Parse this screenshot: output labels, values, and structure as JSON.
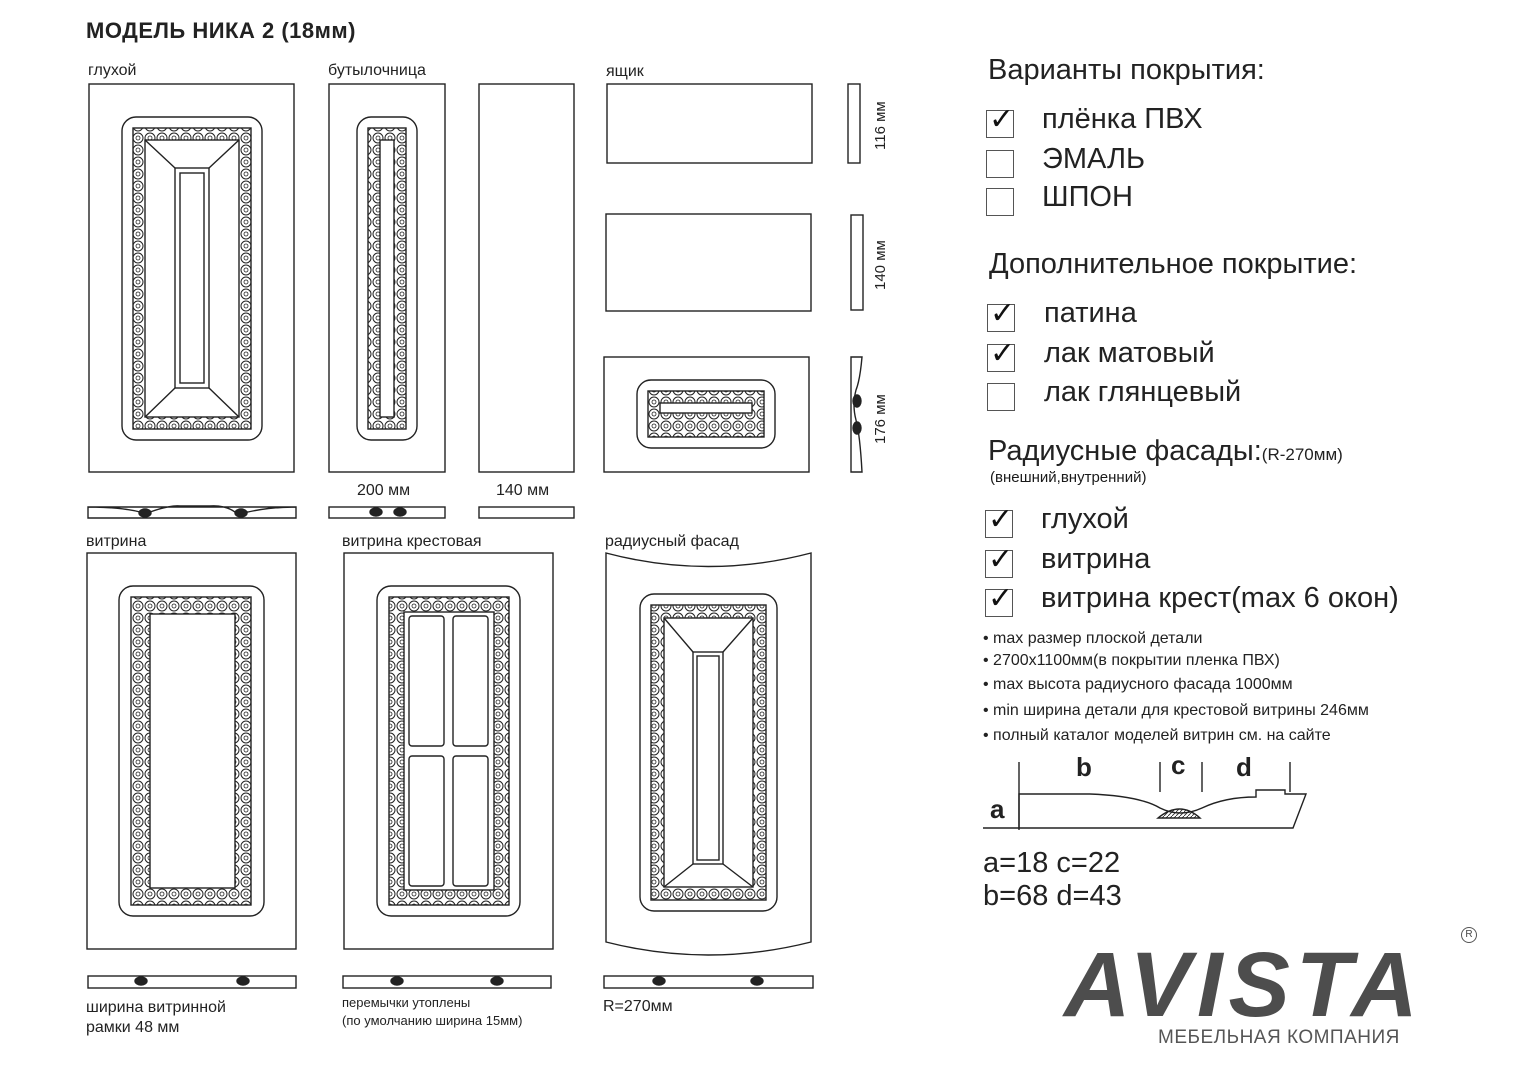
{
  "title": "МОДЕЛЬ НИКА 2 (18мм)",
  "drawings": {
    "gluhoy": "глухой",
    "butylochnitsa": "бутылочница",
    "yaschik": "ящик",
    "vitrina": "витрина",
    "vitrina_krest": "витрина крестовая",
    "radius_fasad": "радиусный фасад",
    "dim_200": "200 мм",
    "dim_140": "140 мм",
    "dim_116": "116 мм",
    "dim_140v": "140 мм",
    "dim_176": "176 мм",
    "note_vitrina_1": "ширина витринной",
    "note_vitrina_2": "рамки 48 мм",
    "note_krest_1": "перемычки утоплены",
    "note_krest_2": "(по умолчанию ширина 15мм)",
    "note_radius": "R=270мм"
  },
  "coating": {
    "heading": "Варианты покрытия:",
    "options": [
      {
        "label": "плёнка ПВХ",
        "checked": true
      },
      {
        "label": "ЭМАЛЬ",
        "checked": false
      },
      {
        "label": "ШПОН",
        "checked": false
      }
    ]
  },
  "extra": {
    "heading": "Дополнительное покрытие:",
    "options": [
      {
        "label": "патина",
        "checked": true
      },
      {
        "label": "лак матовый",
        "checked": true
      },
      {
        "label": "лак глянцевый",
        "checked": false
      }
    ]
  },
  "radius": {
    "heading": "Радиусные фасады:",
    "heading_suffix": "(R-270мм)",
    "subheading": "(внешний,внутренний)",
    "options": [
      {
        "label": "глухой",
        "checked": true
      },
      {
        "label": "витрина",
        "checked": true
      },
      {
        "label": "витрина крест(max 6 окон)",
        "checked": true
      }
    ]
  },
  "notes": [
    "max размер плоской детали",
    "2700х1100мм(в покрытии пленка ПВХ)",
    "max высота радиусного фасада 1000мм",
    "min ширина детали для крестовой витрины 246мм",
    "полный каталог моделей витрин см. на сайте"
  ],
  "profile": {
    "a": "a",
    "b": "b",
    "c": "c",
    "d": "d"
  },
  "formulas": {
    "line1": "a=18  c=22",
    "line2": "b=68  d=43"
  },
  "logo": {
    "name": "AVISTA",
    "registered": "R",
    "subtitle": "МЕБЕЛЬНАЯ КОМПАНИЯ"
  },
  "check_glyph": "✓"
}
